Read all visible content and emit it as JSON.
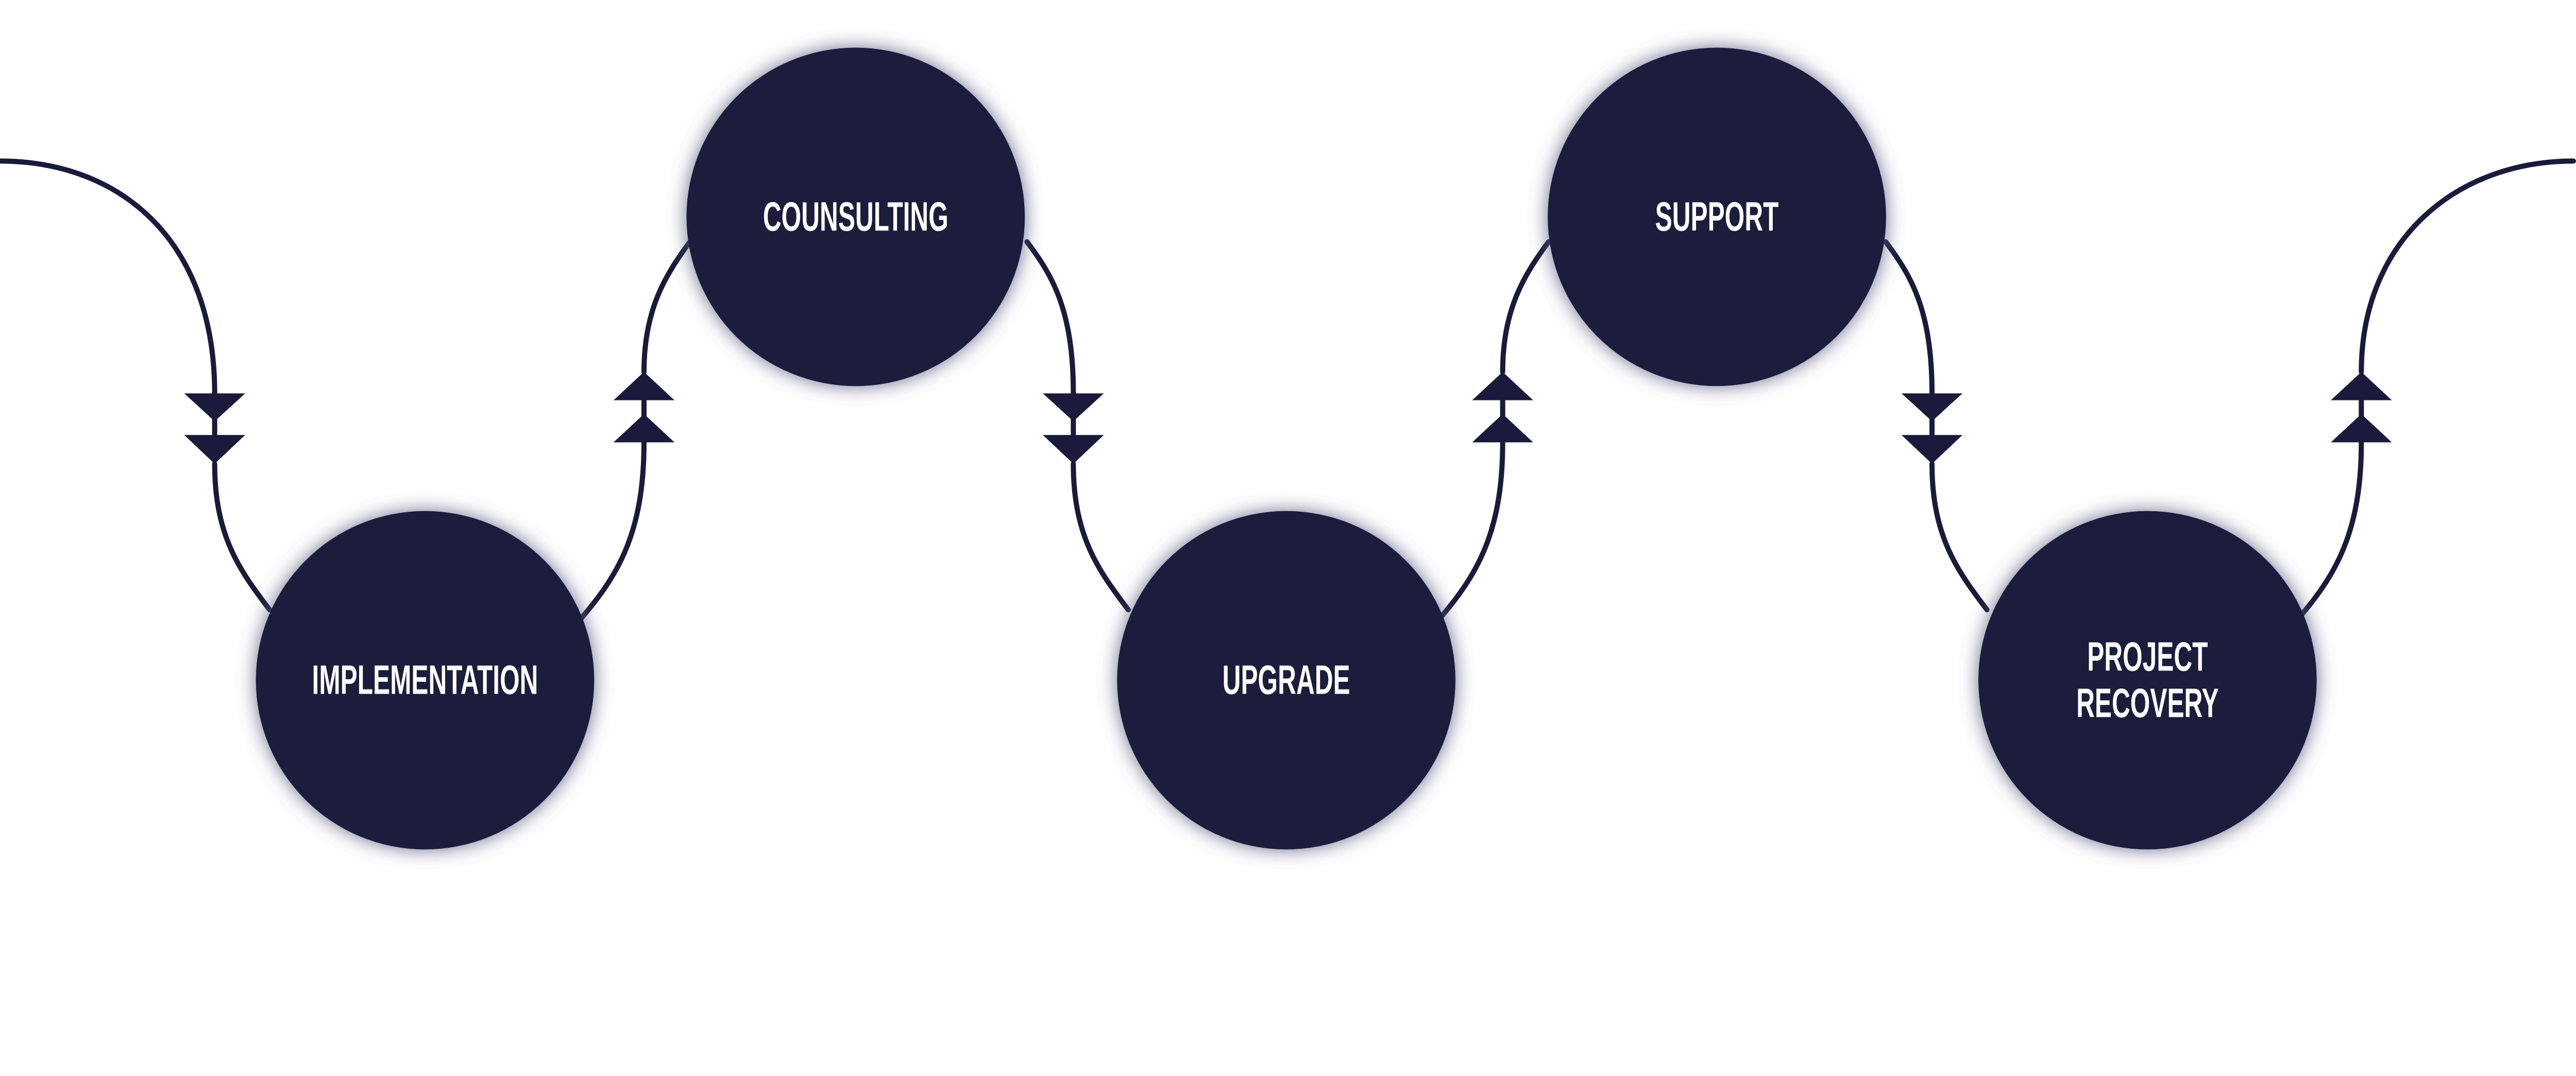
{
  "colors": {
    "node": "#1b1a3c",
    "line": "#1b1a3c",
    "text": "#ffffff",
    "glow": "#6b6a8c"
  },
  "nodes": [
    {
      "id": "implementation",
      "lines": [
        "IMPLEMENTATION"
      ],
      "row": "bottom"
    },
    {
      "id": "counsulting",
      "lines": [
        "COUNSULTING"
      ],
      "row": "top"
    },
    {
      "id": "upgrade",
      "lines": [
        "UPGRADE"
      ],
      "row": "bottom"
    },
    {
      "id": "support",
      "lines": [
        "SUPPORT"
      ],
      "row": "top"
    },
    {
      "id": "project-recovery",
      "lines": [
        "PROJECT",
        "RECOVERY"
      ],
      "row": "bottom"
    }
  ]
}
